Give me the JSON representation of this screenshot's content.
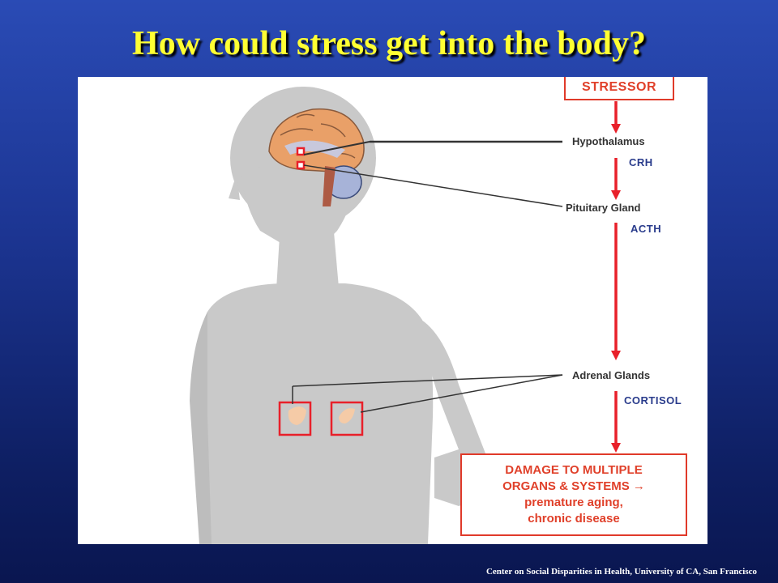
{
  "title": "How could stress get into the body?",
  "stressor": "STRESSOR",
  "organs": {
    "hypothalamus": "Hypothalamus",
    "pituitary": "Pituitary Gland",
    "adrenal": "Adrenal Glands"
  },
  "hormones": {
    "crh": "CRH",
    "acth": "ACTH",
    "cortisol": "CORTISOL"
  },
  "outcome": {
    "line1": "DAMAGE TO MULTIPLE",
    "line2": "ORGANS & SYSTEMS →",
    "line3": "premature aging,",
    "line4": "chronic disease"
  },
  "credit": "Center on Social Disparities in Health, University of CA, San Francisco",
  "colors": {
    "title": "#ffff33",
    "arrow": "#e8202a",
    "box_border": "#e03a2a",
    "hormone_text": "#2a3c8c",
    "silhouette": "#c9c9c9"
  }
}
